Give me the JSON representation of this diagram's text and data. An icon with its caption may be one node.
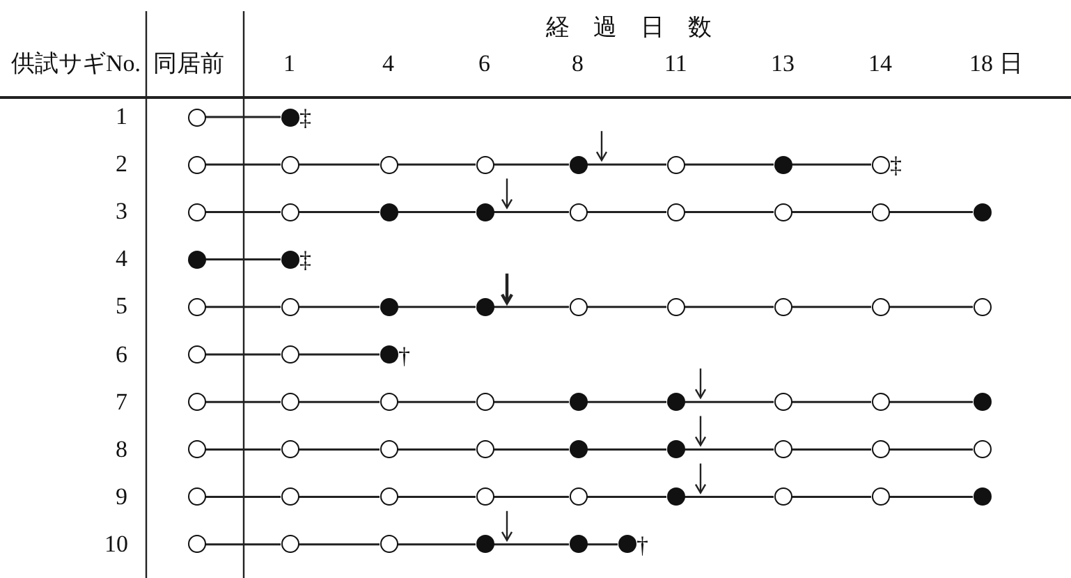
{
  "diagram": {
    "nodes": [
      {
        "text": [],
        "shape": "circle"
      },
      {
        "text": [],
        "shape": "dot",
        "beside": [
          "‡"
        ]
      },
      {
        "text": [],
        "shape": "circle"
      },
      {
        "text": [],
        "shape": "circle"
      },
      {
        "text": [],
        "shape": "circle"
      },
      {
        "text": [],
        "shape": "circle"
      },
      {
        "text": [],
        "shape": "dot"
      },
      {
        "text": [],
        "shape": "circle"
      },
      {
        "text": [],
        "shape": "dot"
      },
      {
        "text": [],
        "shape": "circle",
        "beside": [
          "‡"
        ]
      },
      {
        "text": [],
        "shape": "circle"
      },
      {
        "text": [],
        "shape": "circle"
      },
      {
        "text": [],
        "shape": "dot"
      },
      {
        "text": [],
        "shape": "dot"
      },
      {
        "text": [],
        "shape": "circle"
      },
      {
        "text": [],
        "shape": "circle"
      },
      {
        "text": [],
        "shape": "circle"
      },
      {
        "text": [],
        "shape": "circle"
      },
      {
        "text": [],
        "shape": "dot"
      },
      {
        "text": [],
        "shape": "dot"
      },
      {
        "text": [],
        "shape": "dot",
        "beside": [
          "‡"
        ]
      },
      {
        "text": [],
        "shape": "circle"
      },
      {
        "text": [],
        "shape": "circle"
      },
      {
        "text": [],
        "shape": "dot"
      },
      {
        "text": [],
        "shape": "dot"
      },
      {
        "text": [],
        "shape": "circle"
      },
      {
        "text": [],
        "shape": "circle"
      },
      {
        "text": [],
        "shape": "circle"
      },
      {
        "text": [],
        "shape": "circle"
      },
      {
        "text": [],
        "shape": "circle"
      },
      {
        "text": [],
        "shape": "circle"
      },
      {
        "text": [],
        "shape": "circle"
      },
      {
        "text": [],
        "shape": "dot",
        "beside": [
          "†"
        ]
      },
      {
        "text": [],
        "shape": "circle"
      },
      {
        "text": [],
        "shape": "circle"
      },
      {
        "text": [],
        "shape": "circle"
      },
      {
        "text": [],
        "shape": "circle"
      },
      {
        "text": [],
        "shape": "dot"
      },
      {
        "text": [],
        "shape": "dot"
      },
      {
        "text": [],
        "shape": "circle"
      },
      {
        "text": [],
        "shape": "circle"
      },
      {
        "text": [],
        "shape": "dot"
      },
      {
        "text": [],
        "shape": "circle"
      },
      {
        "text": [],
        "shape": "circle"
      },
      {
        "text": [],
        "shape": "circle"
      },
      {
        "text": [],
        "shape": "circle"
      },
      {
        "text": [],
        "shape": "dot"
      },
      {
        "text": [],
        "shape": "dot"
      },
      {
        "text": [],
        "shape": "circle"
      },
      {
        "text": [],
        "shape": "circle"
      },
      {
        "text": [],
        "shape": "circle"
      },
      {
        "text": [],
        "shape": "circle"
      },
      {
        "text": [],
        "shape": "circle"
      },
      {
        "text": [],
        "shape": "circle"
      },
      {
        "text": [],
        "shape": "circle"
      },
      {
        "text": [],
        "shape": "circle"
      },
      {
        "text": [],
        "shape": "dot"
      },
      {
        "text": [],
        "shape": "circle"
      },
      {
        "text": [],
        "shape": "circle"
      },
      {
        "text": [],
        "shape": "dot"
      },
      {
        "text": [],
        "shape": "circle"
      },
      {
        "text": [],
        "shape": "circle"
      },
      {
        "text": [],
        "shape": "circle"
      },
      {
        "text": [],
        "shape": "dot"
      },
      {
        "text": [],
        "shape": "dot"
      },
      {
        "text": [],
        "shape": "dot",
        "beside": [
          "†"
        ]
      }
    ],
    "edges": [
      {
        "from": 0,
        "to": 1,
        "arrow": "none"
      },
      {
        "from": 2,
        "to": 3,
        "arrow": "none"
      },
      {
        "from": 3,
        "to": 4,
        "arrow": "none"
      },
      {
        "from": 4,
        "to": 5,
        "arrow": "none"
      },
      {
        "from": 5,
        "to": 6,
        "arrow": "none"
      },
      {
        "from": 6,
        "to": 7,
        "arrow": "none"
      },
      {
        "from": 7,
        "to": 8,
        "arrow": "none"
      },
      {
        "from": 8,
        "to": 9,
        "arrow": "none"
      },
      {
        "from": 10,
        "to": 11,
        "arrow": "none"
      },
      {
        "from": 11,
        "to": 12,
        "arrow": "none"
      },
      {
        "from": 12,
        "to": 13,
        "arrow": "none"
      },
      {
        "from": 13,
        "to": 14,
        "arrow": "none"
      },
      {
        "from": 14,
        "to": 15,
        "arrow": "none"
      },
      {
        "from": 15,
        "to": 16,
        "arrow": "none"
      },
      {
        "from": 16,
        "to": 17,
        "arrow": "none"
      },
      {
        "from": 17,
        "to": 18,
        "arrow": "none"
      },
      {
        "from": 19,
        "to": 20,
        "arrow": "none"
      },
      {
        "from": 21,
        "to": 22,
        "arrow": "none"
      },
      {
        "from": 22,
        "to": 23,
        "arrow": "none"
      },
      {
        "from": 23,
        "to": 24,
        "arrow": "none"
      },
      {
        "from": 24,
        "to": 25,
        "arrow": "none"
      },
      {
        "from": 25,
        "to": 26,
        "arrow": "none"
      },
      {
        "from": 26,
        "to": 27,
        "arrow": "none"
      },
      {
        "from": 27,
        "to": 28,
        "arrow": "none"
      },
      {
        "from": 28,
        "to": 29,
        "arrow": "none"
      },
      {
        "from": 30,
        "to": 31,
        "arrow": "none"
      },
      {
        "from": 31,
        "to": 32,
        "arrow": "none"
      },
      {
        "from": 33,
        "to": 34,
        "arrow": "none"
      },
      {
        "from": 34,
        "to": 35,
        "arrow": "none"
      },
      {
        "from": 35,
        "to": 36,
        "arrow": "none"
      },
      {
        "from": 36,
        "to": 37,
        "arrow": "none"
      },
      {
        "from": 37,
        "to": 38,
        "arrow": "none"
      },
      {
        "from": 38,
        "to": 39,
        "arrow": "none"
      },
      {
        "from": 39,
        "to": 40,
        "arrow": "none"
      },
      {
        "from": 40,
        "to": 41,
        "arrow": "none"
      },
      {
        "from": 42,
        "to": 43,
        "arrow": "none"
      },
      {
        "from": 43,
        "to": 44,
        "arrow": "none"
      },
      {
        "from": 44,
        "to": 45,
        "arrow": "none"
      },
      {
        "from": 45,
        "to": 46,
        "arrow": "none"
      },
      {
        "from": 46,
        "to": 47,
        "arrow": "none"
      },
      {
        "from": 47,
        "to": 48,
        "arrow": "none"
      },
      {
        "from": 48,
        "to": 49,
        "arrow": "none"
      },
      {
        "from": 49,
        "to": 50,
        "arrow": "none"
      },
      {
        "from": 51,
        "to": 52,
        "arrow": "none"
      },
      {
        "from": 52,
        "to": 53,
        "arrow": "none"
      },
      {
        "from": 53,
        "to": 54,
        "arrow": "none"
      },
      {
        "from": 54,
        "to": 55,
        "arrow": "none"
      },
      {
        "from": 55,
        "to": 56,
        "arrow": "none"
      },
      {
        "from": 56,
        "to": 57,
        "arrow": "none"
      },
      {
        "from": 57,
        "to": 58,
        "arrow": "none"
      },
      {
        "from": 58,
        "to": 59,
        "arrow": "none"
      },
      {
        "from": 60,
        "to": 61,
        "arrow": "none"
      },
      {
        "from": 61,
        "to": 62,
        "arrow": "none"
      },
      {
        "from": 62,
        "to": 63,
        "arrow": "none"
      },
      {
        "from": 63,
        "to": 64,
        "arrow": "none"
      },
      {
        "from": 64,
        "to": 65,
        "arrow": "none"
      }
    ],
    "labels": [
      "経過日数",
      "供試サギNo.",
      "同居前",
      "1",
      "4",
      "6",
      "8",
      "11",
      "13",
      "14",
      "18 日",
      "1",
      "2",
      "3",
      "4",
      "5",
      "6",
      "7",
      "8",
      "9",
      "10"
    ]
  }
}
